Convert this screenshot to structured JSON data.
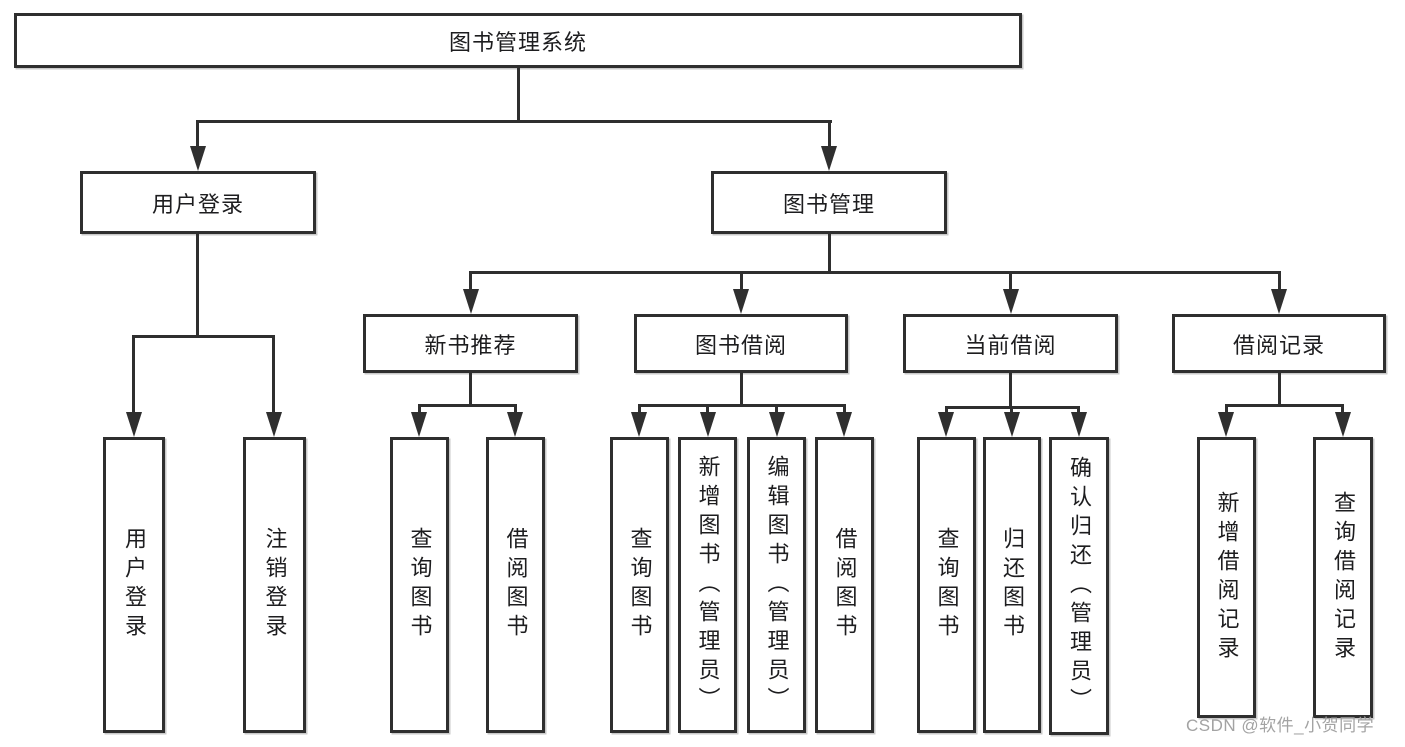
{
  "diagram_type": "hierarchy",
  "tree": {
    "label": "图书管理系统",
    "children": [
      {
        "label": "用户登录",
        "children": [
          {
            "label": "用户登录"
          },
          {
            "label": "注销登录"
          }
        ]
      },
      {
        "label": "图书管理",
        "children": [
          {
            "label": "新书推荐",
            "children": [
              {
                "label": "查询图书"
              },
              {
                "label": "借阅图书"
              }
            ]
          },
          {
            "label": "图书借阅",
            "children": [
              {
                "label": "查询图书"
              },
              {
                "label": "新增图书（管理员）"
              },
              {
                "label": "编辑图书（管理员）"
              },
              {
                "label": "借阅图书"
              }
            ]
          },
          {
            "label": "当前借阅",
            "children": [
              {
                "label": "查询图书"
              },
              {
                "label": "归还图书"
              },
              {
                "label": "确认归还（管理员）"
              }
            ]
          },
          {
            "label": "借阅记录",
            "children": [
              {
                "label": "新增借阅记录"
              },
              {
                "label": "查询借阅记录"
              }
            ]
          }
        ]
      }
    ]
  },
  "watermark": "CSDN @软件_小贺同学",
  "colors": {
    "line": "#2f2f2f",
    "box_border": "#2f2f2f",
    "text": "#1d1d1f",
    "watermark": "#a3a3a3",
    "background": "#ffffff"
  }
}
